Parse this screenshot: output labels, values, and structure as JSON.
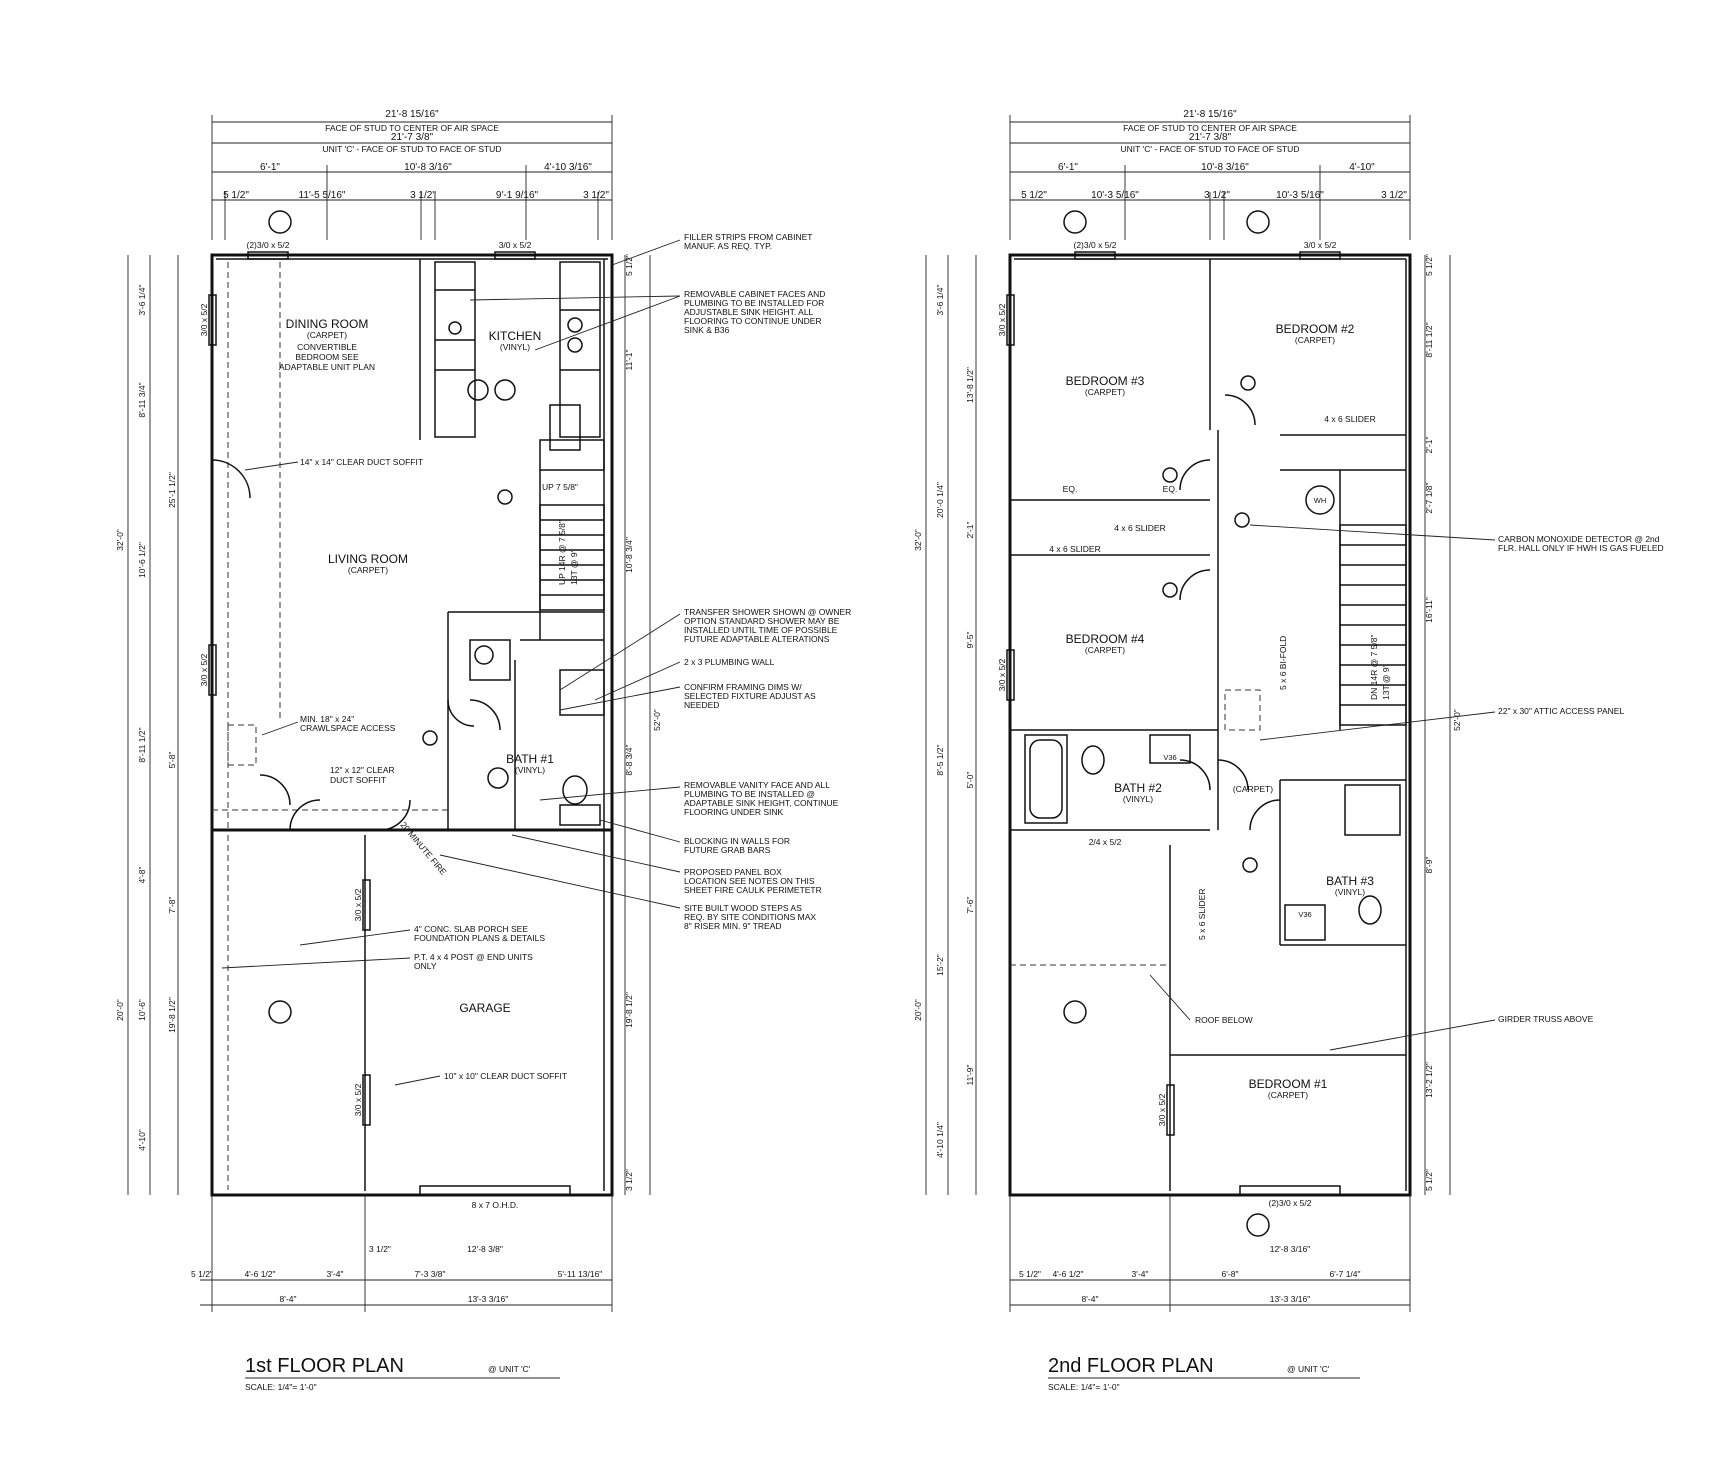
{
  "plans": [
    {
      "title": "1st FLOOR PLAN",
      "unit": "@ UNIT 'C'",
      "scale": "SCALE: 1/4\"= 1'-0\"",
      "overall_width": "21'-8 15/16\"",
      "face_air": "FACE OF STUD TO CENTER OF AIR SPACE",
      "stud_width": "21'-7 3/8\"",
      "face_stud": "UNIT 'C' - FACE OF STUD TO FACE OF STUD",
      "top_dims": [
        "6'-1\"",
        "10'-8 3/16\"",
        "4'-10 3/16\""
      ],
      "top_sub_dims": [
        "5 1/2\"",
        "11'-5 5/16\"",
        "3 1/2\"",
        "9'-1 9/16\"",
        "3 1/2\""
      ],
      "left_dims": [
        "3'-6 1/4\"",
        "8'-11 3/4\"",
        "25'-1 1/2\"",
        "10'-6 1/2\"",
        "8'-11 1/2\"",
        "5'-8\"",
        "4'-8\"",
        "7'-8\"",
        "10'-6\"",
        "19'-8 1/2\"",
        "4'-10\"",
        "32'-0\"",
        "20'-0\""
      ],
      "right_dims": [
        "5 1/2\"",
        "11'-1\"",
        "10'-8 3/4\"",
        "52'-0\"",
        "8'-8 3/4\"",
        "19'-8 1/2\"",
        "3 1/2\""
      ],
      "bottom_dims": [
        "5 1/2\"",
        "4'-6 1/2\"",
        "3'-4\"",
        "3 1/2\"",
        "7'-3 3/8\"",
        "12'-8 3/8\"",
        "5'-11 13/16\"",
        "8'-4\"",
        "13'-3 3/16\""
      ],
      "rooms": [
        {
          "name": "DINING ROOM",
          "sub": "(CARPET)",
          "extra": [
            "CONVERTIBLE",
            "BEDROOM SEE",
            "ADAPTABLE UNIT PLAN"
          ]
        },
        {
          "name": "KITCHEN",
          "sub": "(VINYL)"
        },
        {
          "name": "LIVING ROOM",
          "sub": "(CARPET)"
        },
        {
          "name": "BATH #1",
          "sub": "(VINYL)"
        },
        {
          "name": "GARAGE",
          "sub": ""
        }
      ],
      "windows": [
        "(2)3/0 x 5/2",
        "3/0 x 5/2",
        "3/0 x 5/2",
        "3/0 x 5/2",
        "3/0 x 5/2",
        "3/0 x 5/2"
      ],
      "door_label": "8 x 7 O.H.D.",
      "misc": [
        "14\" x 14\" CLEAR DUCT SOFFIT",
        "MIN. 18\" x 24\"",
        "CRAWLSPACE ACCESS",
        "12\" x 12\" CLEAR",
        "DUCT SOFFIT",
        "10\" x 10\" CLEAR DUCT SOFFIT",
        "UP 14R @ 7 5/8\"",
        "13T @ 9\"",
        "UP 7 5/8\"",
        "20 MINUTE FIRE"
      ],
      "notes": [
        [
          "FILLER STRIPS FROM CABINET",
          "MANUF. AS REQ. TYP."
        ],
        [
          "REMOVABLE CABINET FACES AND",
          "PLUMBING TO BE INSTALLED FOR",
          "ADJUSTABLE SINK HEIGHT. ALL",
          "FLOORING TO CONTINUE UNDER",
          "SINK & B36"
        ],
        [
          "TRANSFER SHOWER SHOWN @ OWNER",
          "OPTION STANDARD SHOWER MAY BE",
          "INSTALLED UNTIL TIME OF POSSIBLE",
          "FUTURE ADAPTABLE ALTERATIONS"
        ],
        [
          "2 x 3 PLUMBING WALL"
        ],
        [
          "CONFIRM FRAMING DIMS W/",
          "SELECTED FIXTURE ADJUST AS",
          "NEEDED"
        ],
        [
          "REMOVABLE VANITY FACE AND ALL",
          "PLUMBING TO BE INSTALLED @",
          "ADAPTABLE SINK HEIGHT, CONTINUE",
          "FLOORING UNDER SINK"
        ],
        [
          "BLOCKING IN WALLS FOR",
          "FUTURE GRAB BARS"
        ],
        [
          "PROPOSED PANEL BOX",
          "LOCATION SEE NOTES ON THIS",
          "SHEET FIRE CAULK PERIMETETR"
        ],
        [
          "SITE BUILT WOOD STEPS AS",
          "REQ. BY SITE CONDITIONS MAX",
          "8\" RISER MIN. 9\" TREAD"
        ],
        [
          "4\" CONC. SLAB PORCH SEE",
          "FOUNDATION PLANS & DETAILS"
        ],
        [
          "P.T. 4 x 4 POST @ END UNITS",
          "ONLY"
        ]
      ]
    },
    {
      "title": "2nd FLOOR PLAN",
      "unit": "@ UNIT 'C'",
      "scale": "SCALE: 1/4\"= 1'-0\"",
      "overall_width": "21'-8 15/16\"",
      "face_air": "FACE OF STUD TO CENTER OF AIR SPACE",
      "stud_width": "21'-7 3/8\"",
      "face_stud": "UNIT 'C' - FACE OF STUD TO FACE OF STUD",
      "top_dims": [
        "6'-1\"",
        "10'-8 3/16\"",
        "4'-10\""
      ],
      "top_sub_dims": [
        "5 1/2\"",
        "10'-3 5/16\"",
        "3 1/2\"",
        "10'-3 5/16\"",
        "3 1/2\""
      ],
      "left_dims": [
        "3'-6 1/4\"",
        "13'-8 1/2\"",
        "20'-0 1/4\"",
        "2'-1\"",
        "9'-5\"",
        "8'-5 1/2\"",
        "5'-0\"",
        "7'-6\"",
        "15'-2\"",
        "11'-9\"",
        "4'-10 1/4\"",
        "32'-0\"",
        "20'-0\""
      ],
      "right_dims": [
        "5 1/2\"",
        "8'-11 1/2\"",
        "2'-1\"",
        "2'-7 1/8\"",
        "16'-11\"",
        "52'-0\"",
        "8'-9\"",
        "13'-2 1/2\"",
        "5 1/2\""
      ],
      "bottom_dims": [
        "5 1/2\"",
        "4'-6 1/2\"",
        "3'-4\"",
        "6'-8\"",
        "6'-7 1/4\"",
        "12'-8 3/16\"",
        "8'-4\"",
        "13'-3 3/16\""
      ],
      "rooms": [
        {
          "name": "BEDROOM #2",
          "sub": "(CARPET)"
        },
        {
          "name": "BEDROOM #3",
          "sub": "(CARPET)"
        },
        {
          "name": "BEDROOM #4",
          "sub": "(CARPET)"
        },
        {
          "name": "BATH #2",
          "sub": "(VINYL)"
        },
        {
          "name": "BATH #3",
          "sub": "(VINYL)"
        },
        {
          "name": "BEDROOM #1",
          "sub": "(CARPET)"
        }
      ],
      "windows": [
        "(2)3/0 x 5/2",
        "3/0 x 5/2",
        "3/0 x 5/2",
        "3/0 x 5/2",
        "3/0 x 5/2",
        "2/4 x 5/2",
        "(2)3/0 x 5/2"
      ],
      "misc": [
        "4 x 6 SLIDER",
        "4 x 6 SLIDER",
        "4 x 6 SLIDER",
        "5 x 6 BI-FOLD",
        "5 x 6 SLIDER",
        "DN 14R @ 7 5/8\"",
        "13T @ 9\"",
        "EQ.",
        "EQ.",
        "(CARPET)",
        "WH",
        "V36",
        "V36"
      ],
      "notes": [
        [
          "CARBON MONOXIDE DETECTOR @ 2nd",
          "FLR. HALL ONLY IF HWH IS GAS FUELED"
        ],
        [
          "22\" x 30\" ATTIC ACCESS PANEL"
        ],
        [
          "ROOF BELOW"
        ],
        [
          "GIRDER TRUSS ABOVE"
        ]
      ]
    }
  ]
}
